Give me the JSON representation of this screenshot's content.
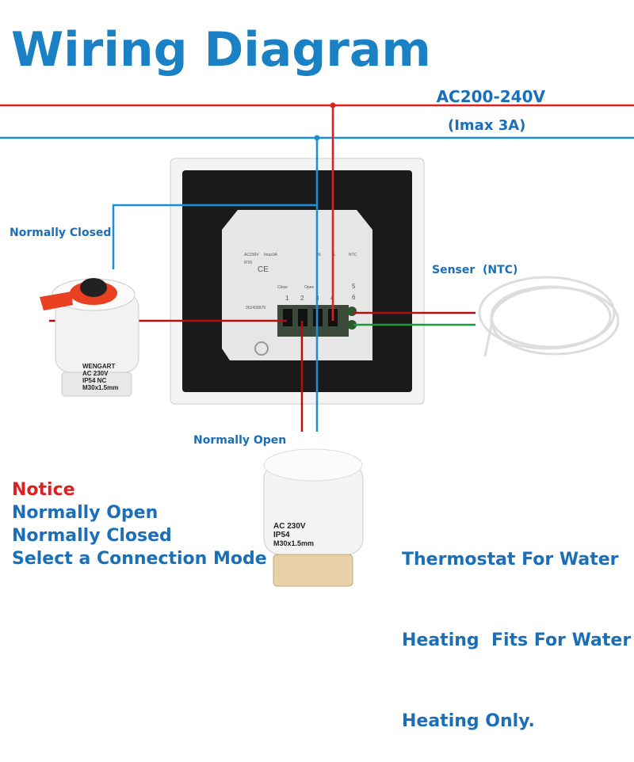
{
  "title": "Wiring Diagram",
  "supply": {
    "voltage": "AC200-240V",
    "current": "(Imax 3A)"
  },
  "labels": {
    "normally_closed": "Normally Closed",
    "normally_open": "Normally Open",
    "sensor": "Senser  (NTC)"
  },
  "notice": {
    "heading": "Notice",
    "lines": [
      "Normally Open",
      "Normally Closed",
      "Select a Connection Mode"
    ]
  },
  "info": {
    "lines": [
      "Thermostat For Water",
      "Heating  Fits For Water",
      "Heating Only."
    ]
  },
  "panel": {
    "rating": "AC230V",
    "imax": "Imax3A",
    "ip": "IP20",
    "ce": "CE",
    "serial": "052439979",
    "close": "Close",
    "open": "Open",
    "n": "N",
    "l": "L",
    "ntc": "NTC",
    "terminals": [
      "1",
      "2",
      "3",
      "4",
      "5",
      "6"
    ]
  },
  "actuator_nc": {
    "brand": "WENGART",
    "voltage": "AC 230V",
    "spec": "IP54 NC",
    "thread": "M30x1.5mm"
  },
  "actuator_no": {
    "voltage": "AC 230V",
    "spec": "IP54",
    "thread": "M30x1.5mm"
  },
  "colors": {
    "live": "#e02020",
    "neutral": "#1a8fd8",
    "sensor_green": "#1a9a3a",
    "text_blue": "#1a6fb8"
  }
}
